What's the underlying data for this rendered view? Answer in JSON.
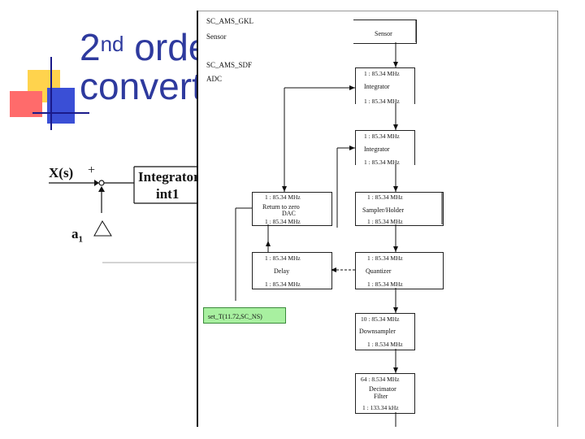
{
  "slide": {
    "title_line1_base": "2",
    "title_line1_sup": "nd",
    "title_line1_rest": " orde",
    "title_line2": "convert"
  },
  "signal_diagram": {
    "input_label": "X(s)",
    "plus_sign": "+",
    "block_name": "Integrator",
    "block_instance": "int1",
    "gain_label": "a",
    "gain_subscript": "1"
  },
  "hierarchy": {
    "top_module": "SC_AMS_GKL",
    "top_instance": "Sensor",
    "sub_module": "SC_AMS_SDF",
    "sub_instance": "ADC"
  },
  "blocks": {
    "sensor": {
      "name": "Sensor"
    },
    "integrator1": {
      "rate_top": "1 : 85.34 MHz",
      "name": "Integrator",
      "rate_bottom": "1 : 85.34 MHz"
    },
    "integrator2": {
      "rate_top": "1 : 85.34 MHz",
      "name": "Integrator",
      "rate_bottom": "1 : 85.34 MHz"
    },
    "rtz_dac": {
      "rate_top": "1 : 85.34 MHz",
      "name_line1": "Return to zero",
      "name_line2": "DAC",
      "rate_bottom": "1 : 85.34 MHz"
    },
    "sampler_holder": {
      "rate_top": "1 : 85.34 MHz",
      "name": "Sampler/Holder",
      "rate_bottom": "1 : 85.34 MHz"
    },
    "delay": {
      "rate_top": "1 : 85.34 MHz",
      "name": "Delay",
      "rate_bottom": "1 : 85.34 MHz"
    },
    "quantizer": {
      "rate_top": "1 : 85.34 MHz",
      "name": "Quantizer",
      "rate_bottom": "1 : 85.34 MHz"
    },
    "downsampler": {
      "rate_top": "10 : 85.34 MHz",
      "name": "Downsampler",
      "rate_bottom": "1 : 8.534 MHz"
    },
    "decimator": {
      "rate_top": "64 : 8.534 MHz",
      "name_line1": "Decimator",
      "name_line2": "Filter",
      "rate_bottom": "1 : 133.34 kHz"
    }
  },
  "annotation": {
    "text": "set_T(11.72,SC_NS)",
    "color": "#a8f0a0"
  },
  "colors": {
    "title": "#2e3a9e",
    "square_yellow": "#ffd34d",
    "square_red": "#ff6b6b",
    "square_blue": "#3a4fd6"
  }
}
